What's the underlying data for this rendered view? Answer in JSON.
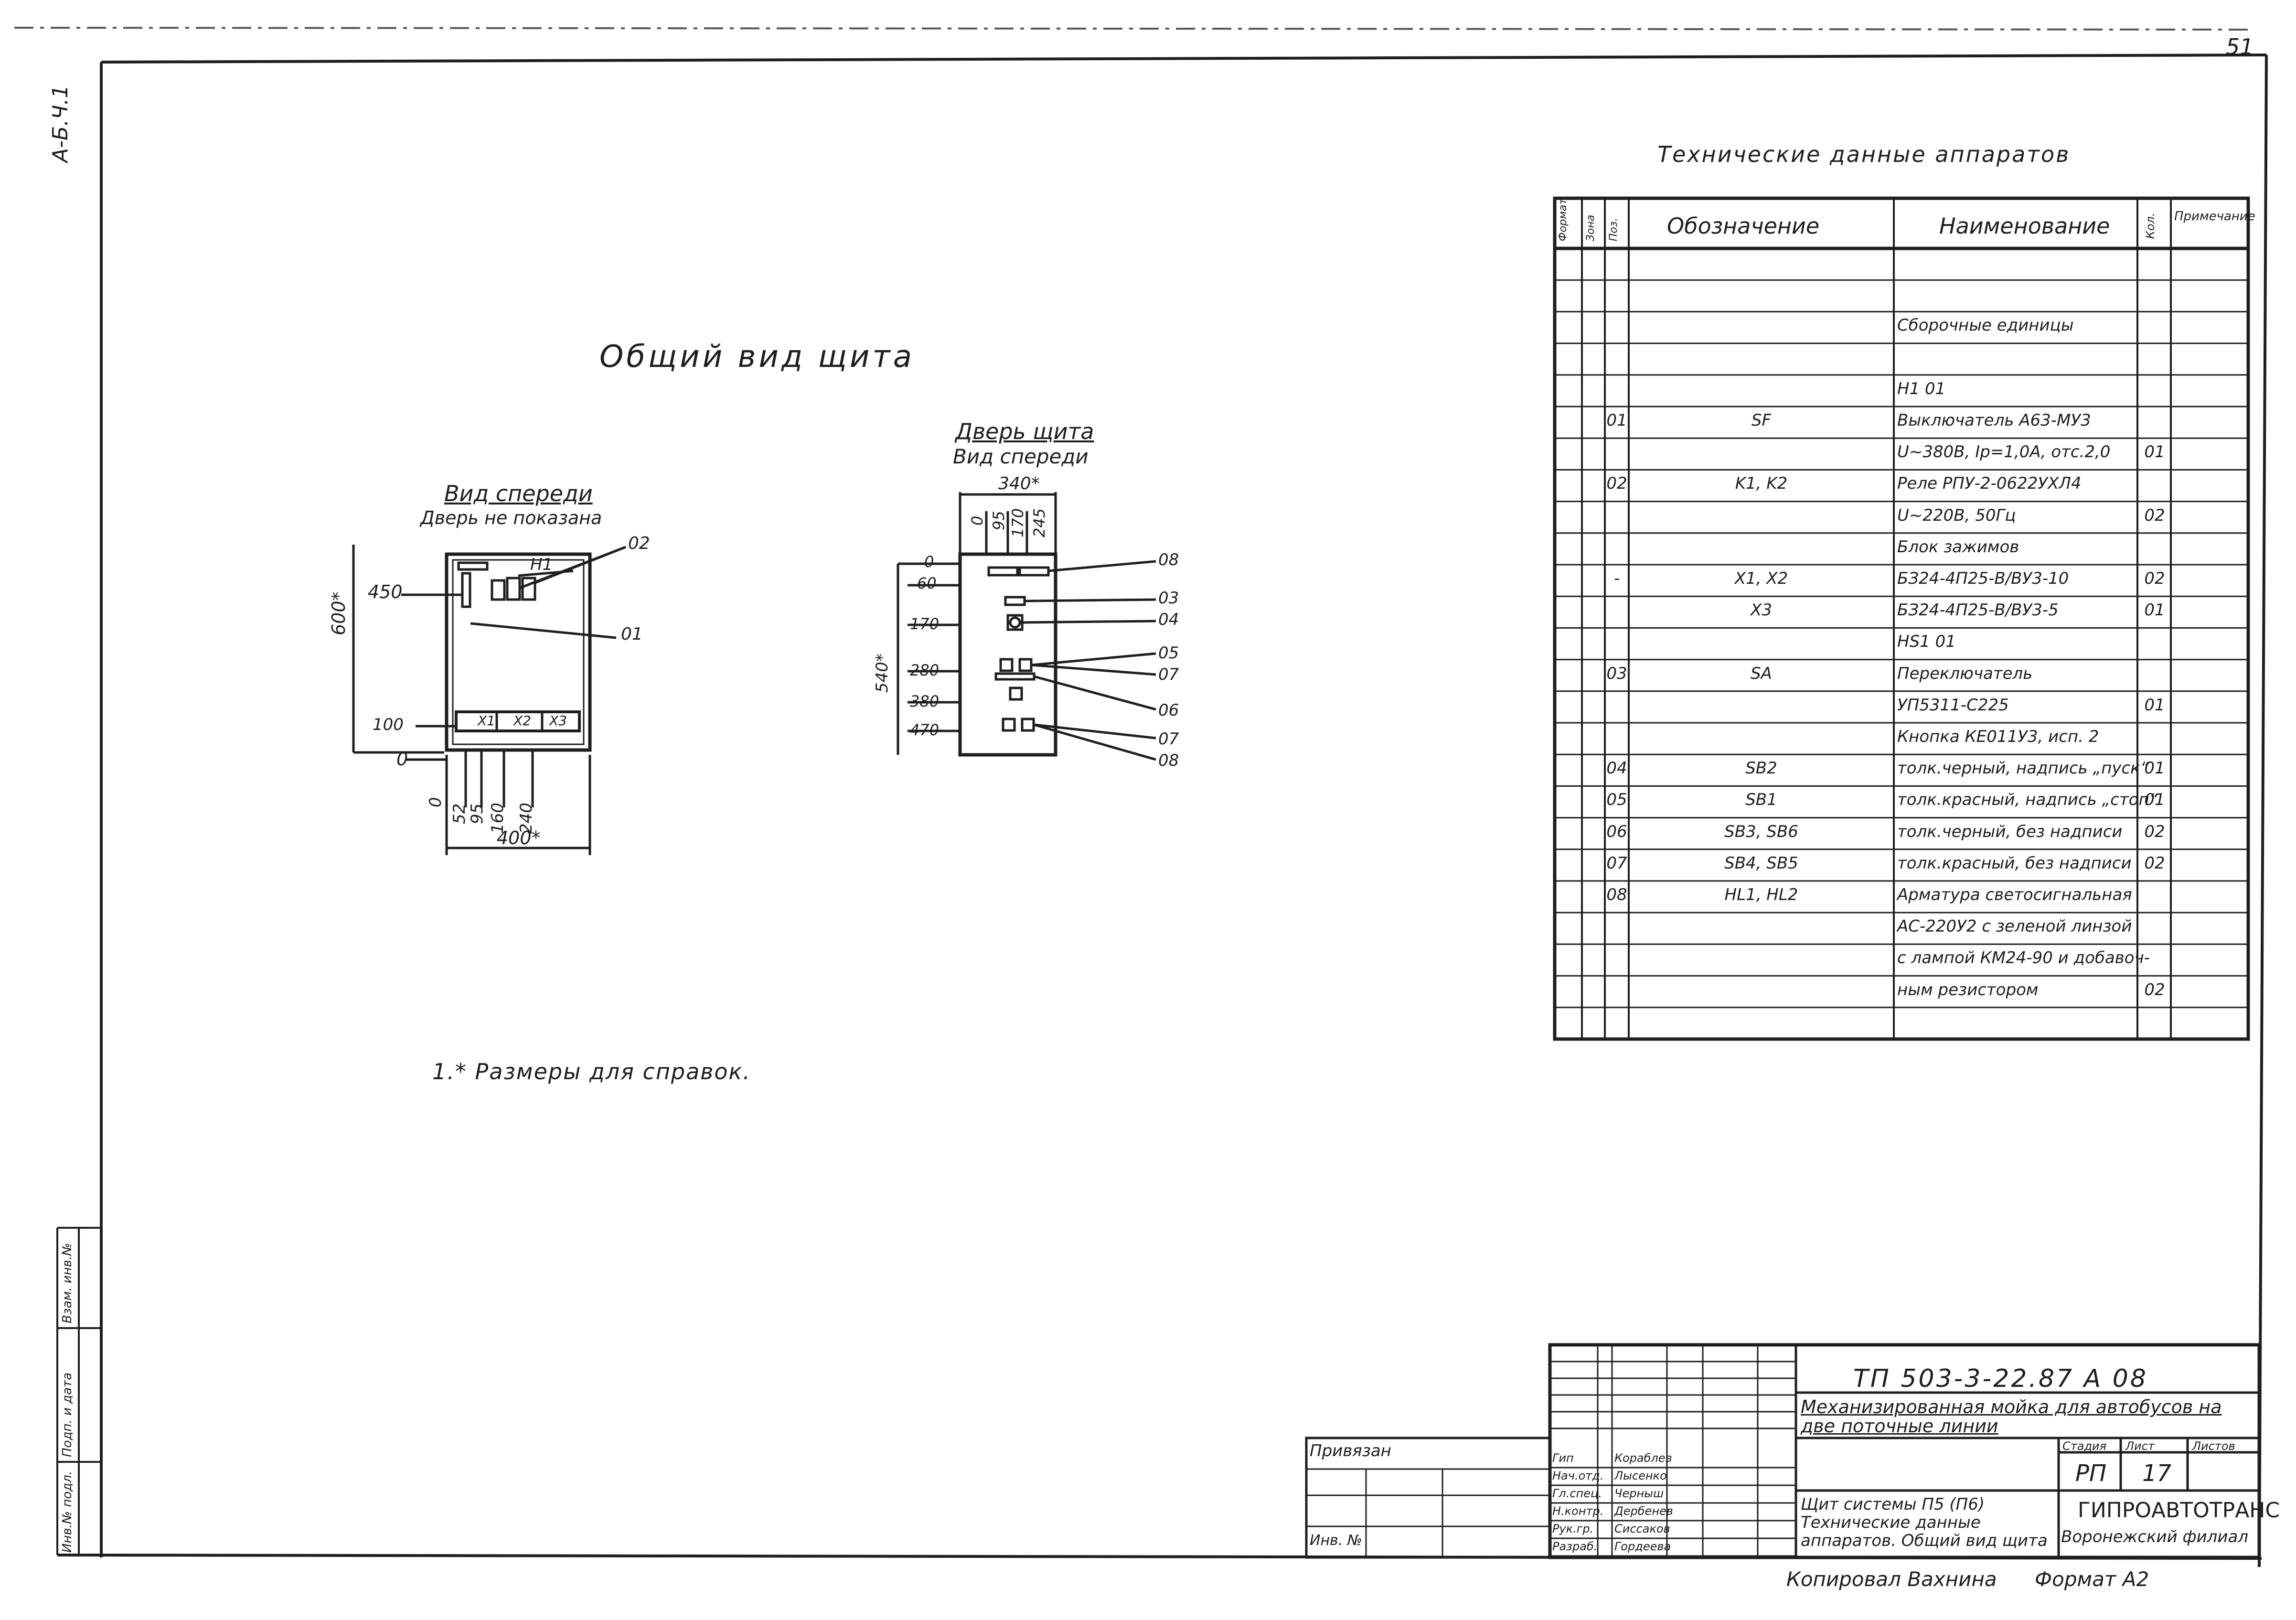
{
  "sheet_number": "51",
  "archive_code": "A-Б.Ч.1",
  "main_title": "Общий вид щита",
  "front_view": {
    "title": "Вид спереди",
    "subtitle": "Дверь не показана",
    "dims_v": [
      "450",
      "600*",
      "100",
      "0"
    ],
    "dims_h": [
      "0",
      "52",
      "95",
      "160",
      "240",
      "400*"
    ],
    "labels": [
      "H1",
      "02",
      "01"
    ],
    "terminal_labels": [
      "X1",
      "X2",
      "X3"
    ]
  },
  "door_view": {
    "title": "Дверь щита",
    "subtitle": "Вид спереди",
    "dims_h": [
      "340*",
      "0",
      "95",
      "170",
      "245"
    ],
    "dims_v": [
      "0",
      "60",
      "170",
      "280",
      "380",
      "470",
      "540*"
    ],
    "callouts": [
      "08",
      "03",
      "04",
      "05",
      "07",
      "06",
      "07",
      "08"
    ]
  },
  "note": "1.* Размеры для справок.",
  "spec_table": {
    "title": "Технические данные аппаратов",
    "headers": {
      "format": "Формат",
      "zone": "Зона",
      "pos": "Поз.",
      "designation": "Обозначение",
      "name": "Наименование",
      "qty": "Кол.",
      "note": "Примечание"
    },
    "rows": [
      {
        "pos": "",
        "des": "",
        "name": "",
        "qty": ""
      },
      {
        "pos": "",
        "des": "",
        "name": "",
        "qty": ""
      },
      {
        "pos": "",
        "des": "",
        "name": "Сборочные единицы",
        "qty": ""
      },
      {
        "pos": "",
        "des": "",
        "name": "",
        "qty": ""
      },
      {
        "pos": "",
        "des": "",
        "name": "H1                    01",
        "qty": ""
      },
      {
        "pos": "01",
        "des": "SF",
        "name": "Выключатель А63-МУ3",
        "qty": ""
      },
      {
        "pos": "",
        "des": "",
        "name": "U~380В, Iр=1,0А, отс.2,0",
        "qty": "01"
      },
      {
        "pos": "02",
        "des": "K1, K2",
        "name": "Реле РПУ-2-0622УХЛ4",
        "qty": ""
      },
      {
        "pos": "",
        "des": "",
        "name": "U~220В, 50Гц",
        "qty": "02"
      },
      {
        "pos": "",
        "des": "",
        "name": "Блок зажимов",
        "qty": ""
      },
      {
        "pos": "-",
        "des": "X1, X2",
        "name": "БЗ24-4П25-В/ВУ3-10",
        "qty": "02"
      },
      {
        "pos": "",
        "des": "X3",
        "name": "БЗ24-4П25-В/ВУ3-5",
        "qty": "01"
      },
      {
        "pos": "",
        "des": "",
        "name": "HS1                    01",
        "qty": ""
      },
      {
        "pos": "03",
        "des": "SA",
        "name": "Переключатель",
        "qty": ""
      },
      {
        "pos": "",
        "des": "",
        "name": "УП5311-С225",
        "qty": "01"
      },
      {
        "pos": "",
        "des": "",
        "name": "Кнопка КЕ011У3, исп. 2",
        "qty": ""
      },
      {
        "pos": "04",
        "des": "SB2",
        "name": "толк.черный, надпись „пуск“",
        "qty": "01"
      },
      {
        "pos": "05",
        "des": "SB1",
        "name": "толк.красный, надпись „стоп“",
        "qty": "01"
      },
      {
        "pos": "06",
        "des": "SB3, SB6",
        "name": "толк.черный, без надписи",
        "qty": "02"
      },
      {
        "pos": "07",
        "des": "SB4, SB5",
        "name": "толк.красный, без надписи",
        "qty": "02"
      },
      {
        "pos": "08",
        "des": "HL1, HL2",
        "name": "Арматура светосигнальная",
        "qty": ""
      },
      {
        "pos": "",
        "des": "",
        "name": "АС-220У2 с зеленой линзой",
        "qty": ""
      },
      {
        "pos": "",
        "des": "",
        "name": "с лампой КМ24-90 и добавоч-",
        "qty": ""
      },
      {
        "pos": "",
        "des": "",
        "name": "ным резистором",
        "qty": "02"
      },
      {
        "pos": "",
        "des": "",
        "name": "",
        "qty": ""
      }
    ]
  },
  "title_block": {
    "doc_code": "ТП   503-3-22.87   А 08",
    "project_title": "Механизированная мойка для автобусов на две поточные линии",
    "sheet_title": "Щит системы П5 (П6) Технические данные аппаратов. Общий вид щита",
    "stage_label": "Стадия",
    "sheet_label": "Лист",
    "sheets_label": "Листов",
    "stage": "РП",
    "sheet": "17",
    "sheets": "",
    "org_name": "ГИПРОАВТОТРАНС",
    "org_branch": "Воронежский филиал",
    "privyazan": "Привязан",
    "inv_label": "Инв. №",
    "sign_roles": [
      "Гип",
      "Нач.отд.",
      "Гл.спец.",
      "Н.контр.",
      "Рук.гр.",
      "Разраб."
    ],
    "sign_names": [
      "Кораблев",
      "Лысенко",
      "Черныш",
      "Дербенев",
      "Сиссаков",
      "Гордеева"
    ]
  },
  "footer": {
    "copied_by": "Копировал Вахнина",
    "format": "Формат А2"
  },
  "left_strip": [
    "Инв.№ подл.",
    "Подп. и дата",
    "Взам. инв.№"
  ]
}
